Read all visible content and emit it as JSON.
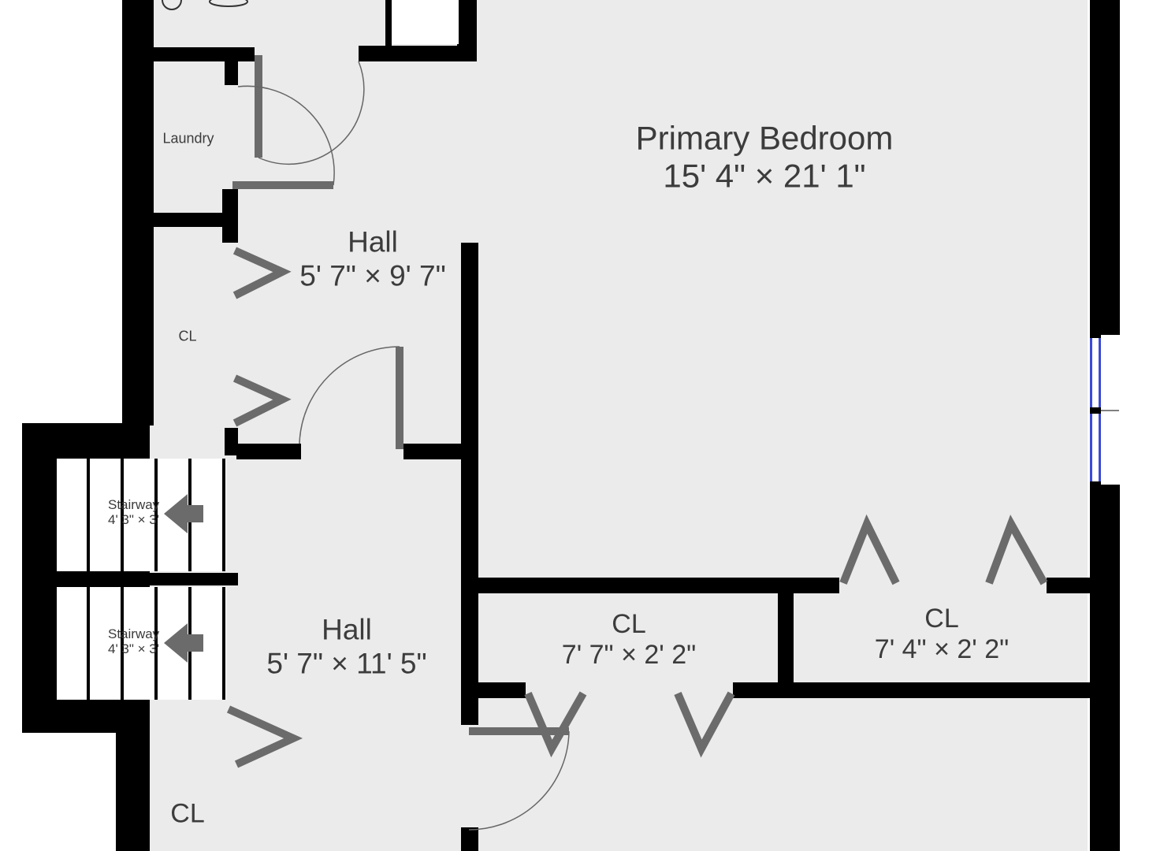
{
  "rooms": {
    "primary_bedroom": {
      "name": "Primary Bedroom",
      "dims": "15' 4\" × 21' 1\""
    },
    "hall_upper": {
      "name": "Hall",
      "dims": "5' 7\" × 9' 7\""
    },
    "hall_lower": {
      "name": "Hall",
      "dims": "5' 7\" × 11' 5\""
    },
    "closet_middle": {
      "name": "CL",
      "dims": "7' 7\" × 2' 2\""
    },
    "closet_right": {
      "name": "CL",
      "dims": "7' 4\" × 2' 2\""
    },
    "laundry": {
      "name": "Laundry"
    },
    "closet_small_left": {
      "name": "CL"
    },
    "closet_bottom_left": {
      "name": "CL"
    },
    "stairway_upper": {
      "name": "Stairway",
      "dims": "4' 3\" × 3'"
    },
    "stairway_lower": {
      "name": "Stairway",
      "dims": "4' 3\" × 3'"
    }
  },
  "colors": {
    "floor": "#ebebeb",
    "wall": "#000000",
    "door": "#6b6b6b",
    "window": "#3b49d8",
    "text": "#3c3c3c"
  }
}
